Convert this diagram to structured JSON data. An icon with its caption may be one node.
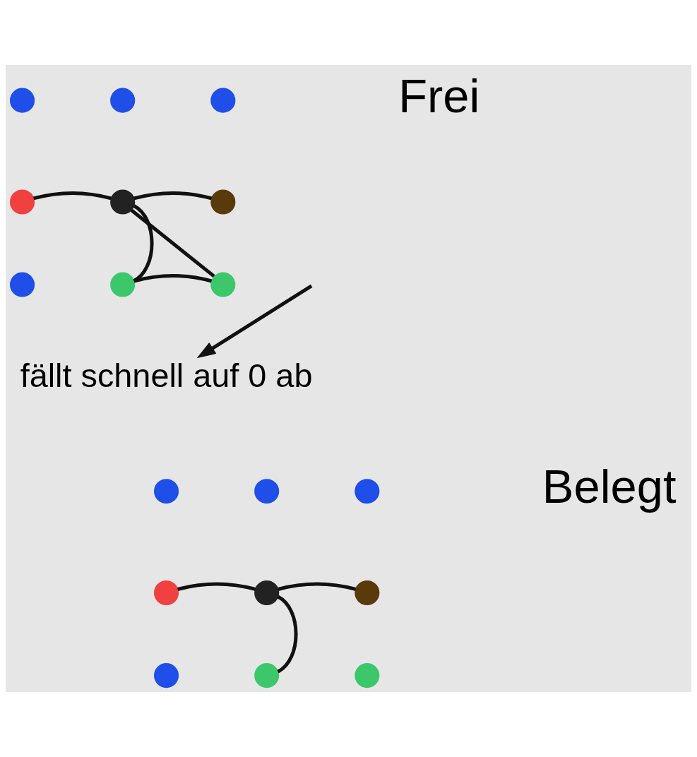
{
  "diagram": {
    "nodes": [
      {
        "text": [],
        "shape": "circle"
      },
      {
        "text": [],
        "shape": "circle"
      },
      {
        "text": [],
        "shape": "circle"
      },
      {
        "text": [],
        "shape": "circle"
      },
      {
        "text": [],
        "shape": "circle"
      },
      {
        "text": [],
        "shape": "circle"
      },
      {
        "text": [],
        "shape": "circle"
      },
      {
        "text": [],
        "shape": "circle"
      },
      {
        "text": [],
        "shape": "circle"
      },
      {
        "text": [
          "fällt schnell auf 0 ab"
        ]
      },
      {
        "text": [],
        "shape": "circle"
      },
      {
        "text": [],
        "shape": "circle"
      },
      {
        "text": [],
        "shape": "circle"
      },
      {
        "text": [],
        "shape": "circle"
      },
      {
        "text": [],
        "shape": "circle"
      },
      {
        "text": [],
        "shape": "circle"
      },
      {
        "text": [],
        "shape": "circle"
      },
      {
        "text": [],
        "shape": "circle"
      },
      {
        "text": [],
        "shape": "circle"
      }
    ],
    "edges": [
      {
        "from": 4,
        "to": 3,
        "arrow": "none"
      },
      {
        "from": 4,
        "to": 5,
        "arrow": "none"
      },
      {
        "from": 4,
        "to": 7,
        "arrow": "none"
      },
      {
        "from": 4,
        "to": 8,
        "arrow": "none"
      },
      {
        "from": 7,
        "to": 8,
        "arrow": "none"
      },
      {
        "from": null,
        "to": 9,
        "arrow": "to"
      },
      {
        "from": 14,
        "to": 13,
        "arrow": "none"
      },
      {
        "from": 14,
        "to": 15,
        "arrow": "none"
      },
      {
        "from": 14,
        "to": 17,
        "arrow": "none"
      }
    ],
    "labels": [
      "Frei",
      "Belegt"
    ]
  }
}
